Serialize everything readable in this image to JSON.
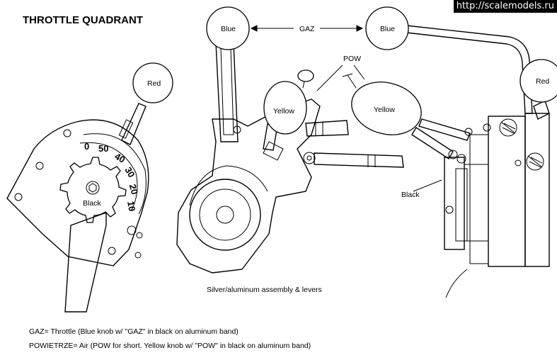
{
  "title": "THROTTLE QUADRANT",
  "watermark": "http://scalemodels.ru",
  "labels": {
    "blue_left": "Blue",
    "blue_right": "Blue",
    "gaz": "GAZ",
    "pow": "POW",
    "red_left": "Red",
    "red_right": "Red",
    "yellow_left": "Yellow",
    "yellow_right": "Yellow",
    "black_wheel": "Black",
    "black_side": "Black",
    "assembly": "Silver/aluminum assembly & levers"
  },
  "dial_scale": [
    "0",
    "50",
    "40",
    "30",
    "20",
    "10"
  ],
  "legend": [
    "GAZ= Throttle (Blue knob w/ \"GAZ\" in black on aluminum band)",
    "POWIETRZE= Air (POW for short. Yellow knob w/ \"POW\" in black on aluminum band)"
  ]
}
